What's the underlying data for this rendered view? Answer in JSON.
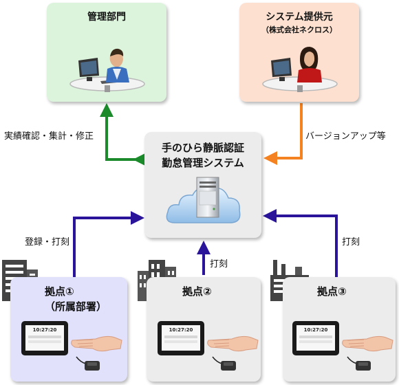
{
  "nodes": {
    "management": {
      "title": "管理部門"
    },
    "provider": {
      "title": "システム提供元",
      "subtitle": "（株式会社ネクロス）"
    },
    "system": {
      "line1": "手のひら静脈認証",
      "line2": "勤怠管理システム"
    },
    "site1": {
      "title": "拠点①",
      "subtitle": "（所属部署）",
      "clock": "10:27:20"
    },
    "site2": {
      "title": "拠点②",
      "clock": "10:27:20"
    },
    "site3": {
      "title": "拠点③",
      "clock": "10:27:20"
    }
  },
  "edges": {
    "mgmt_label": "実績確認・集計・修正",
    "provider_label": "バージョンアップ等",
    "site1_label": "登録・打刻",
    "site2_label": "打刻",
    "site3_label": "打刻"
  },
  "colors": {
    "green": "#1a8a2a",
    "orange": "#f58220",
    "navy": "#2a159a"
  }
}
